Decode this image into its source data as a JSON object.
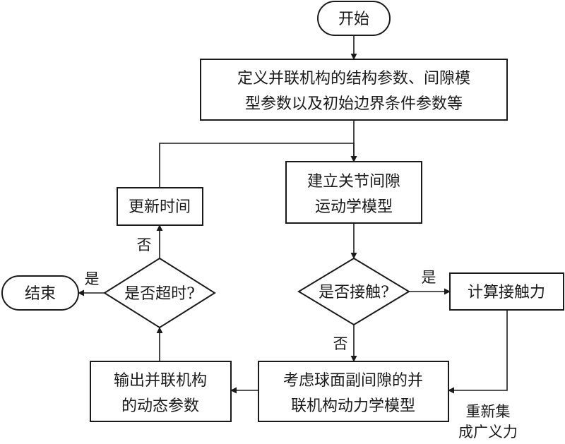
{
  "nodes": {
    "start": "开始",
    "define": {
      "line1": "定义并联机构的结构参数、间隙模",
      "line2": "型参数以及初始边界条件参数等"
    },
    "kinematics": {
      "line1": "建立关节间隙",
      "line2": "运动学模型"
    },
    "contact_check": "是否接触?",
    "contact_force": "计算接触力",
    "dynamics": {
      "line1": "考虑球面副间隙的并",
      "line2": "联机构动力学模型"
    },
    "output": {
      "line1": "输出并联机构",
      "line2": "的动态参数"
    },
    "timeout_check": "是否超时?",
    "update_time": "更新时间",
    "end": "结束"
  },
  "edge_labels": {
    "contact_yes": "是",
    "contact_no": "否",
    "timeout_yes": "是",
    "timeout_no": "否",
    "reintegrate": {
      "line1": "重新集",
      "line2": "成广义力"
    }
  },
  "colors": {
    "stroke": "#1a1a1a",
    "fill": "#ffffff",
    "text": "#1a1a1a"
  }
}
